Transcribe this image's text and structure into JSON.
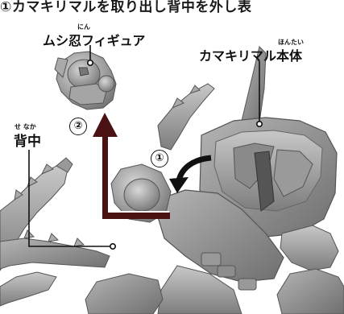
{
  "caption": "①カマキリマルを取り出し背中を外し表",
  "labels": {
    "figure_name": "ムシ忍フィギュア",
    "figure_ruby": "にん",
    "body_name": "カマキリマル本体",
    "body_ruby": "ほんたい",
    "back_name": "背中",
    "back_ruby": "せ なか"
  },
  "steps": {
    "step1": "①",
    "step2": "②"
  }
}
